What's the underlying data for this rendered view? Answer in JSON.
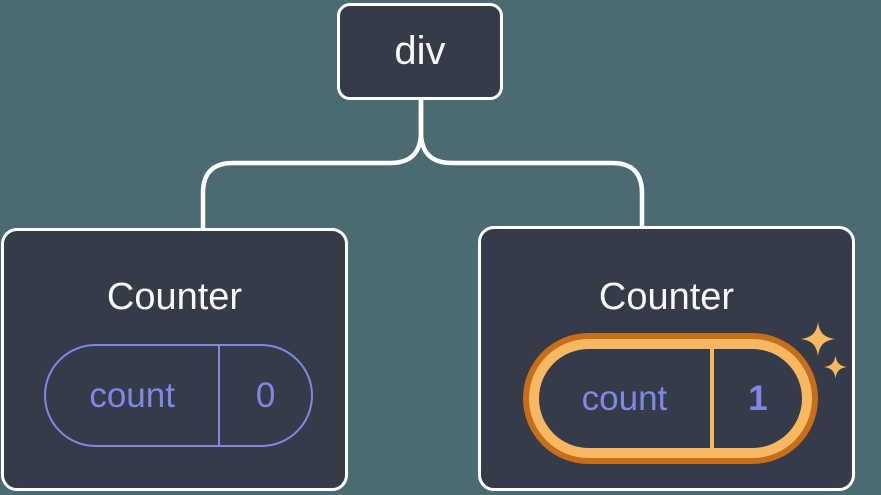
{
  "colors": {
    "background": "#4C6A72",
    "node_fill": "#353B48",
    "node_border": "#FFFFFF",
    "text_primary": "#F7F8FA",
    "state_accent": "#7E88E7",
    "highlight_outer": "#C76E1A",
    "highlight_inner": "#F8B862"
  },
  "tree": {
    "root": {
      "label": "div"
    },
    "children": [
      {
        "title": "Counter",
        "state": {
          "key": "count",
          "value": "0"
        },
        "highlighted": false
      },
      {
        "title": "Counter",
        "state": {
          "key": "count",
          "value": "1"
        },
        "highlighted": true
      }
    ]
  }
}
